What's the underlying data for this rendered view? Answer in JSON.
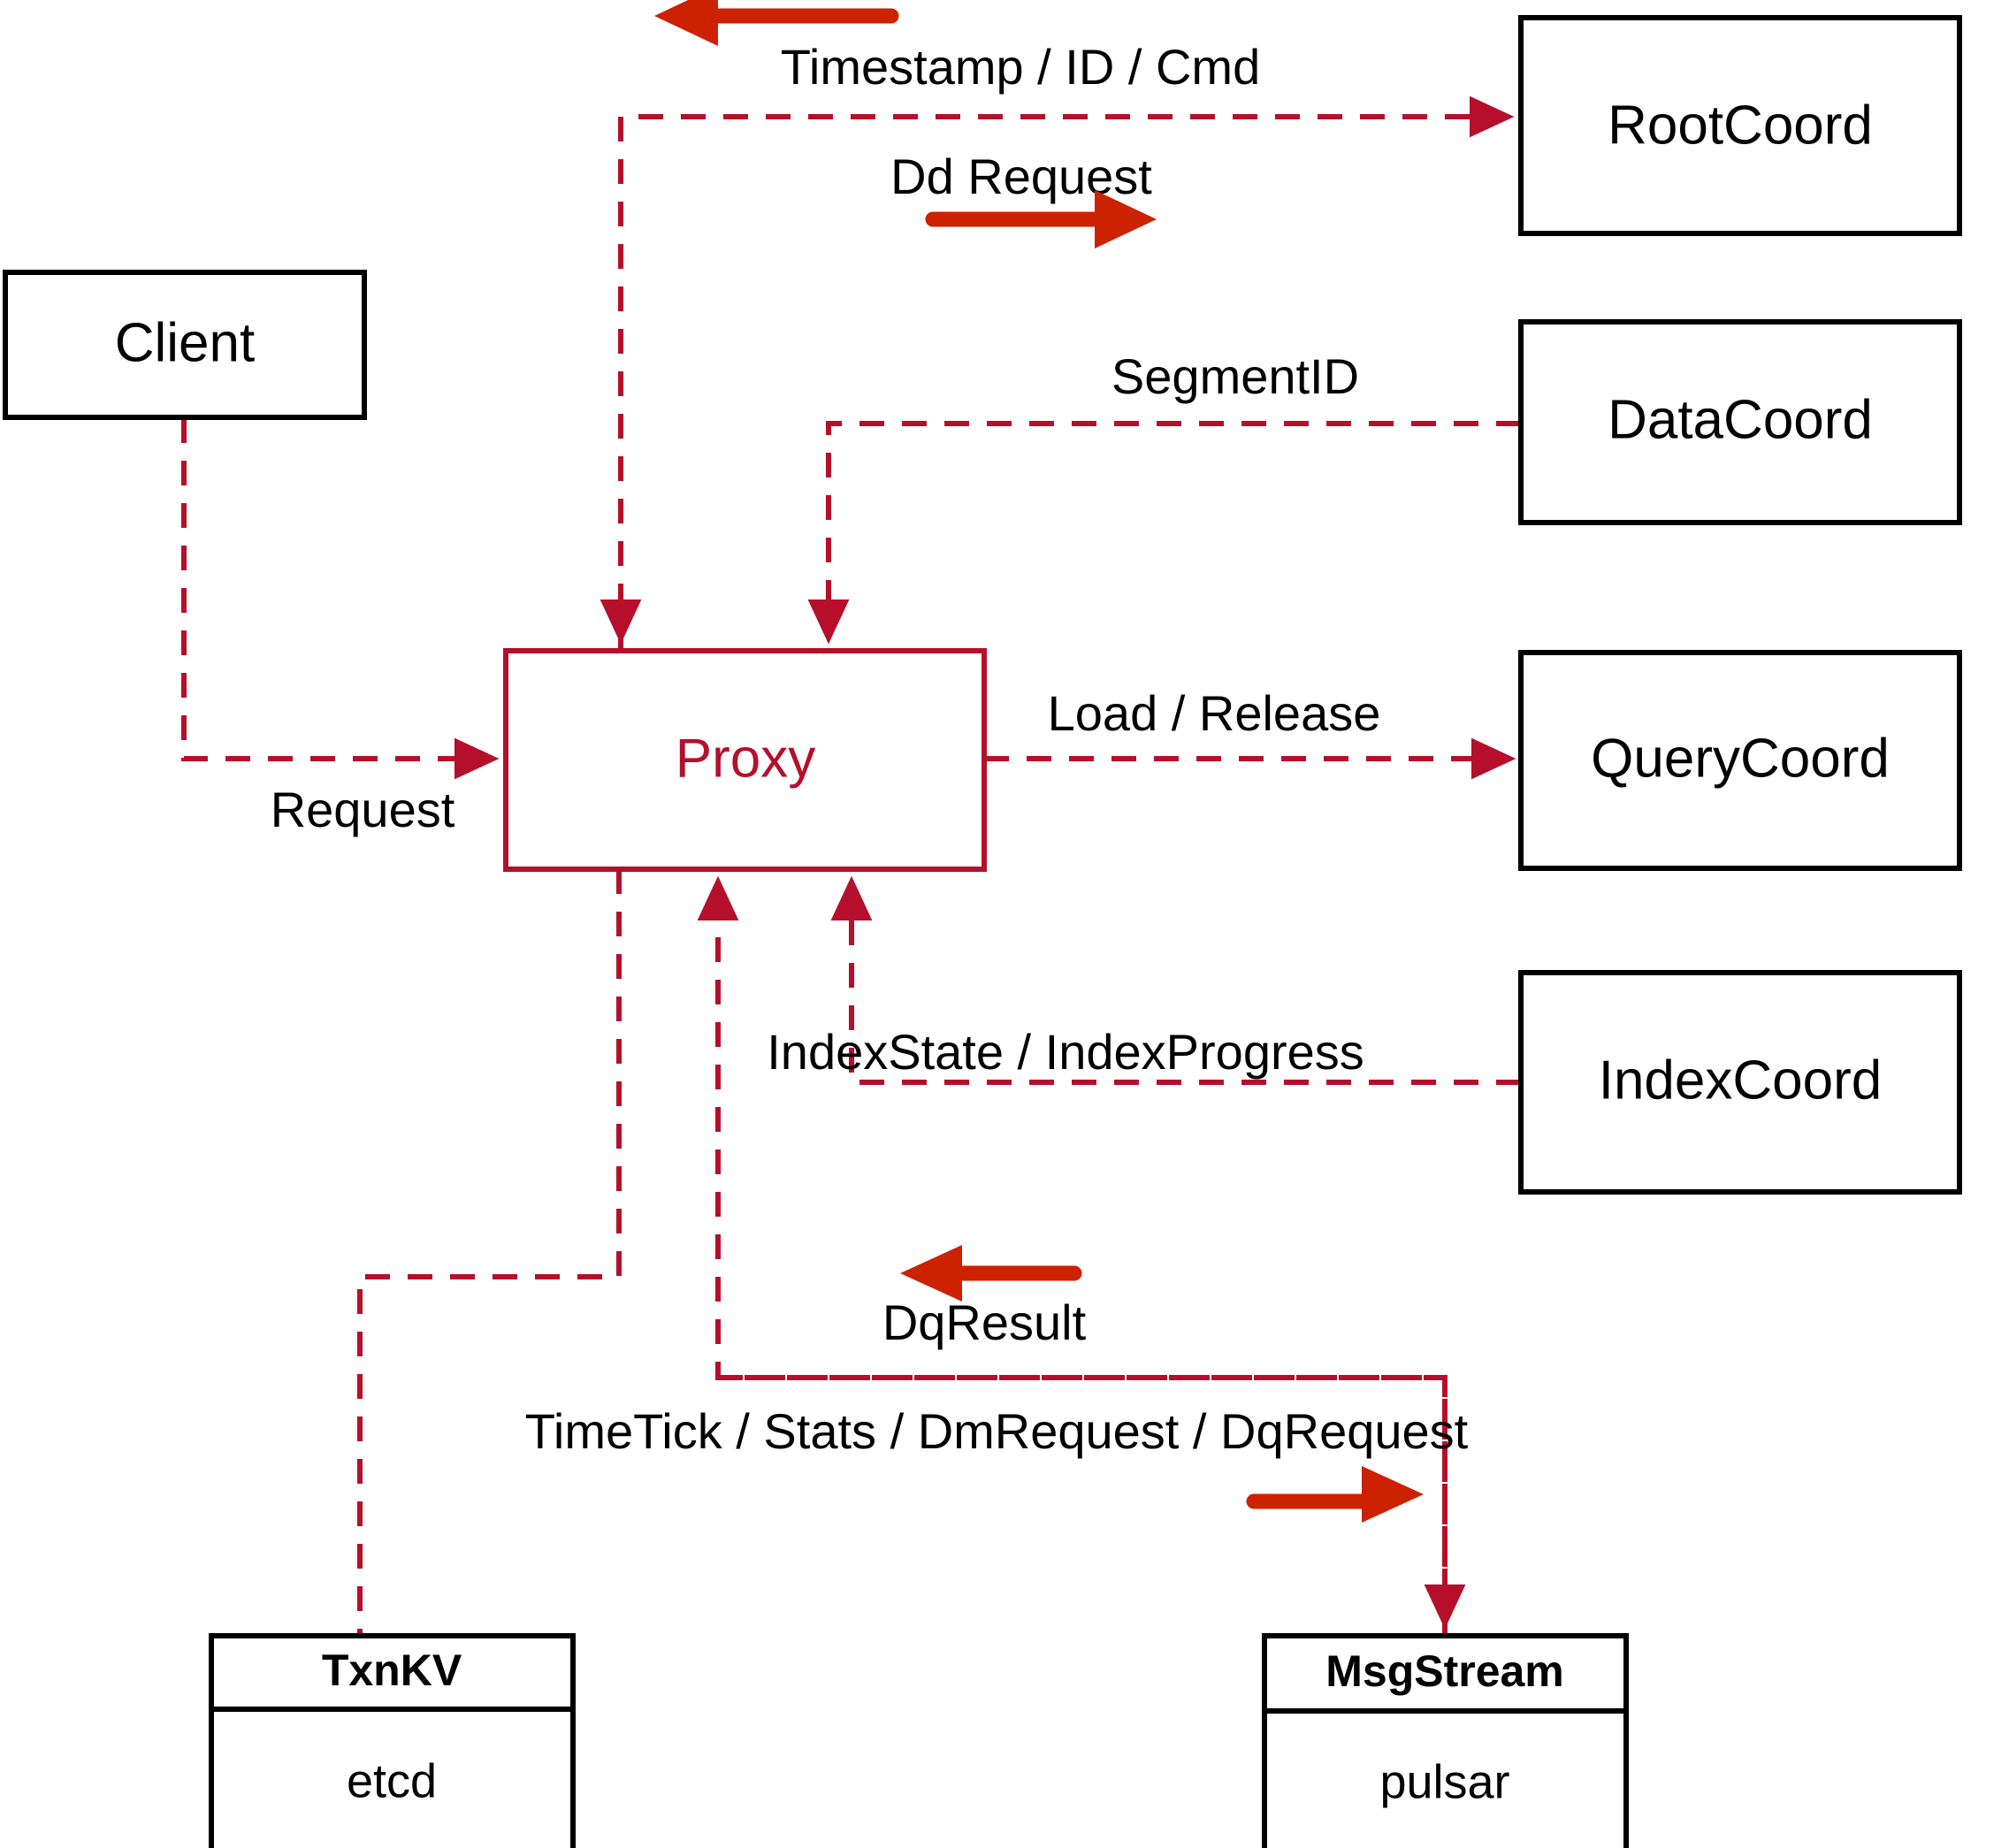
{
  "diagram": {
    "title": "Milvus Proxy interaction diagram",
    "accent_color": "#b50f2b",
    "arrow_color": "#cc2200",
    "node_color": "#000000",
    "background": "#ffffff"
  },
  "nodes": {
    "client": {
      "label": "Client"
    },
    "proxy": {
      "label": "Proxy"
    },
    "root_coord": {
      "label": "RootCoord"
    },
    "data_coord": {
      "label": "DataCoord"
    },
    "query_coord": {
      "label": "QueryCoord"
    },
    "index_coord": {
      "label": "IndexCoord"
    },
    "txnkv": {
      "label": "TxnKV",
      "impl": "etcd"
    },
    "msgstream": {
      "label": "MsgStream",
      "impl": "pulsar"
    }
  },
  "edges": {
    "timestamp_id_cmd": {
      "label": "Timestamp / ID / Cmd",
      "direction": "left"
    },
    "dd_request": {
      "label": "Dd Request",
      "direction": "right"
    },
    "segment_id": {
      "label": "SegmentID",
      "direction": "none"
    },
    "load_release": {
      "label": "Load / Release",
      "direction": "none"
    },
    "index_state_progress": {
      "label": "IndexState / IndexProgress",
      "direction": "none"
    },
    "request": {
      "label": "Request",
      "direction": "none"
    },
    "dq_result": {
      "label": "DqResult",
      "direction": "left"
    },
    "timetick_stats": {
      "label": "TimeTick / Stats / DmRequest / DqRequest",
      "direction": "right"
    }
  }
}
